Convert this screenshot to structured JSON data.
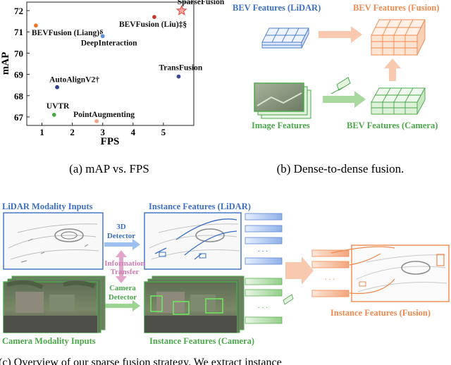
{
  "panel_a": {
    "caption": "(a) mAP vs. FPS",
    "chart_data": {
      "type": "scatter",
      "xlabel": "FPS",
      "ylabel": "mAP",
      "xlim": [
        0.5,
        6.0
      ],
      "ylim": [
        66.6,
        72.4
      ],
      "xticks": [
        1,
        2,
        3,
        4,
        5
      ],
      "yticks": [
        67,
        68,
        69,
        70,
        71,
        72
      ],
      "grid": false,
      "points": [
        {
          "label": "SparseFusion",
          "x": 5.6,
          "y": 72.0,
          "color": "#e8423f",
          "marker": "star",
          "label_dx": 0,
          "label_dy": -9
        },
        {
          "label": "BEVFusion (Liang)§",
          "x": 0.8,
          "y": 71.3,
          "color": "#e8762c",
          "marker": "circle"
        },
        {
          "label": "BEVFusion (Liu)‡§",
          "x": 4.7,
          "y": 71.7,
          "color": "#c0392b",
          "marker": "circle"
        },
        {
          "label": "DeepInteraction",
          "x": 3.0,
          "y": 70.8,
          "color": "#5b8fd6",
          "marker": "circle"
        },
        {
          "label": "TransFusion",
          "x": 5.5,
          "y": 68.9,
          "color": "#3d4a8f",
          "marker": "circle"
        },
        {
          "label": "AutoAlignV2†",
          "x": 1.5,
          "y": 68.4,
          "color": "#2e3f8f",
          "marker": "circle"
        },
        {
          "label": "UVTR",
          "x": 1.4,
          "y": 67.1,
          "color": "#4aa84a",
          "marker": "circle"
        },
        {
          "label": "PointAugmenting",
          "x": 2.8,
          "y": 66.8,
          "color": "#f0a58a",
          "marker": "circle"
        }
      ]
    }
  },
  "panel_b": {
    "caption": "(b) Dense-to-dense fusion.",
    "lidar_label": "BEV Features (LiDAR)",
    "fusion_label": "BEV Features (Fusion)",
    "image_label": "Image Features",
    "camera_label": "BEV Features (Camera)"
  },
  "panel_c": {
    "caption": "(c) Overview of our sparse fusion strategy. We extract instance",
    "lidar_inputs": "LiDAR Modality Inputs",
    "camera_inputs": "Camera Modality Inputs",
    "inst_lidar": "Instance Features (LiDAR)",
    "inst_camera": "Instance Features (Camera)",
    "inst_fusion": "Instance Features (Fusion)",
    "detector_3d": [
      "3D",
      "Detector"
    ],
    "info_transfer": [
      "Information",
      "Transfer"
    ],
    "camera_detector": [
      "Camera",
      "Detector"
    ],
    "dots": "· · ·"
  },
  "colors": {
    "lidar_blue": "#3d6fc4",
    "camera_green": "#4aa84a",
    "fusion_orange": "#ee8a4f",
    "transfer_pink": "#d07bb0"
  }
}
